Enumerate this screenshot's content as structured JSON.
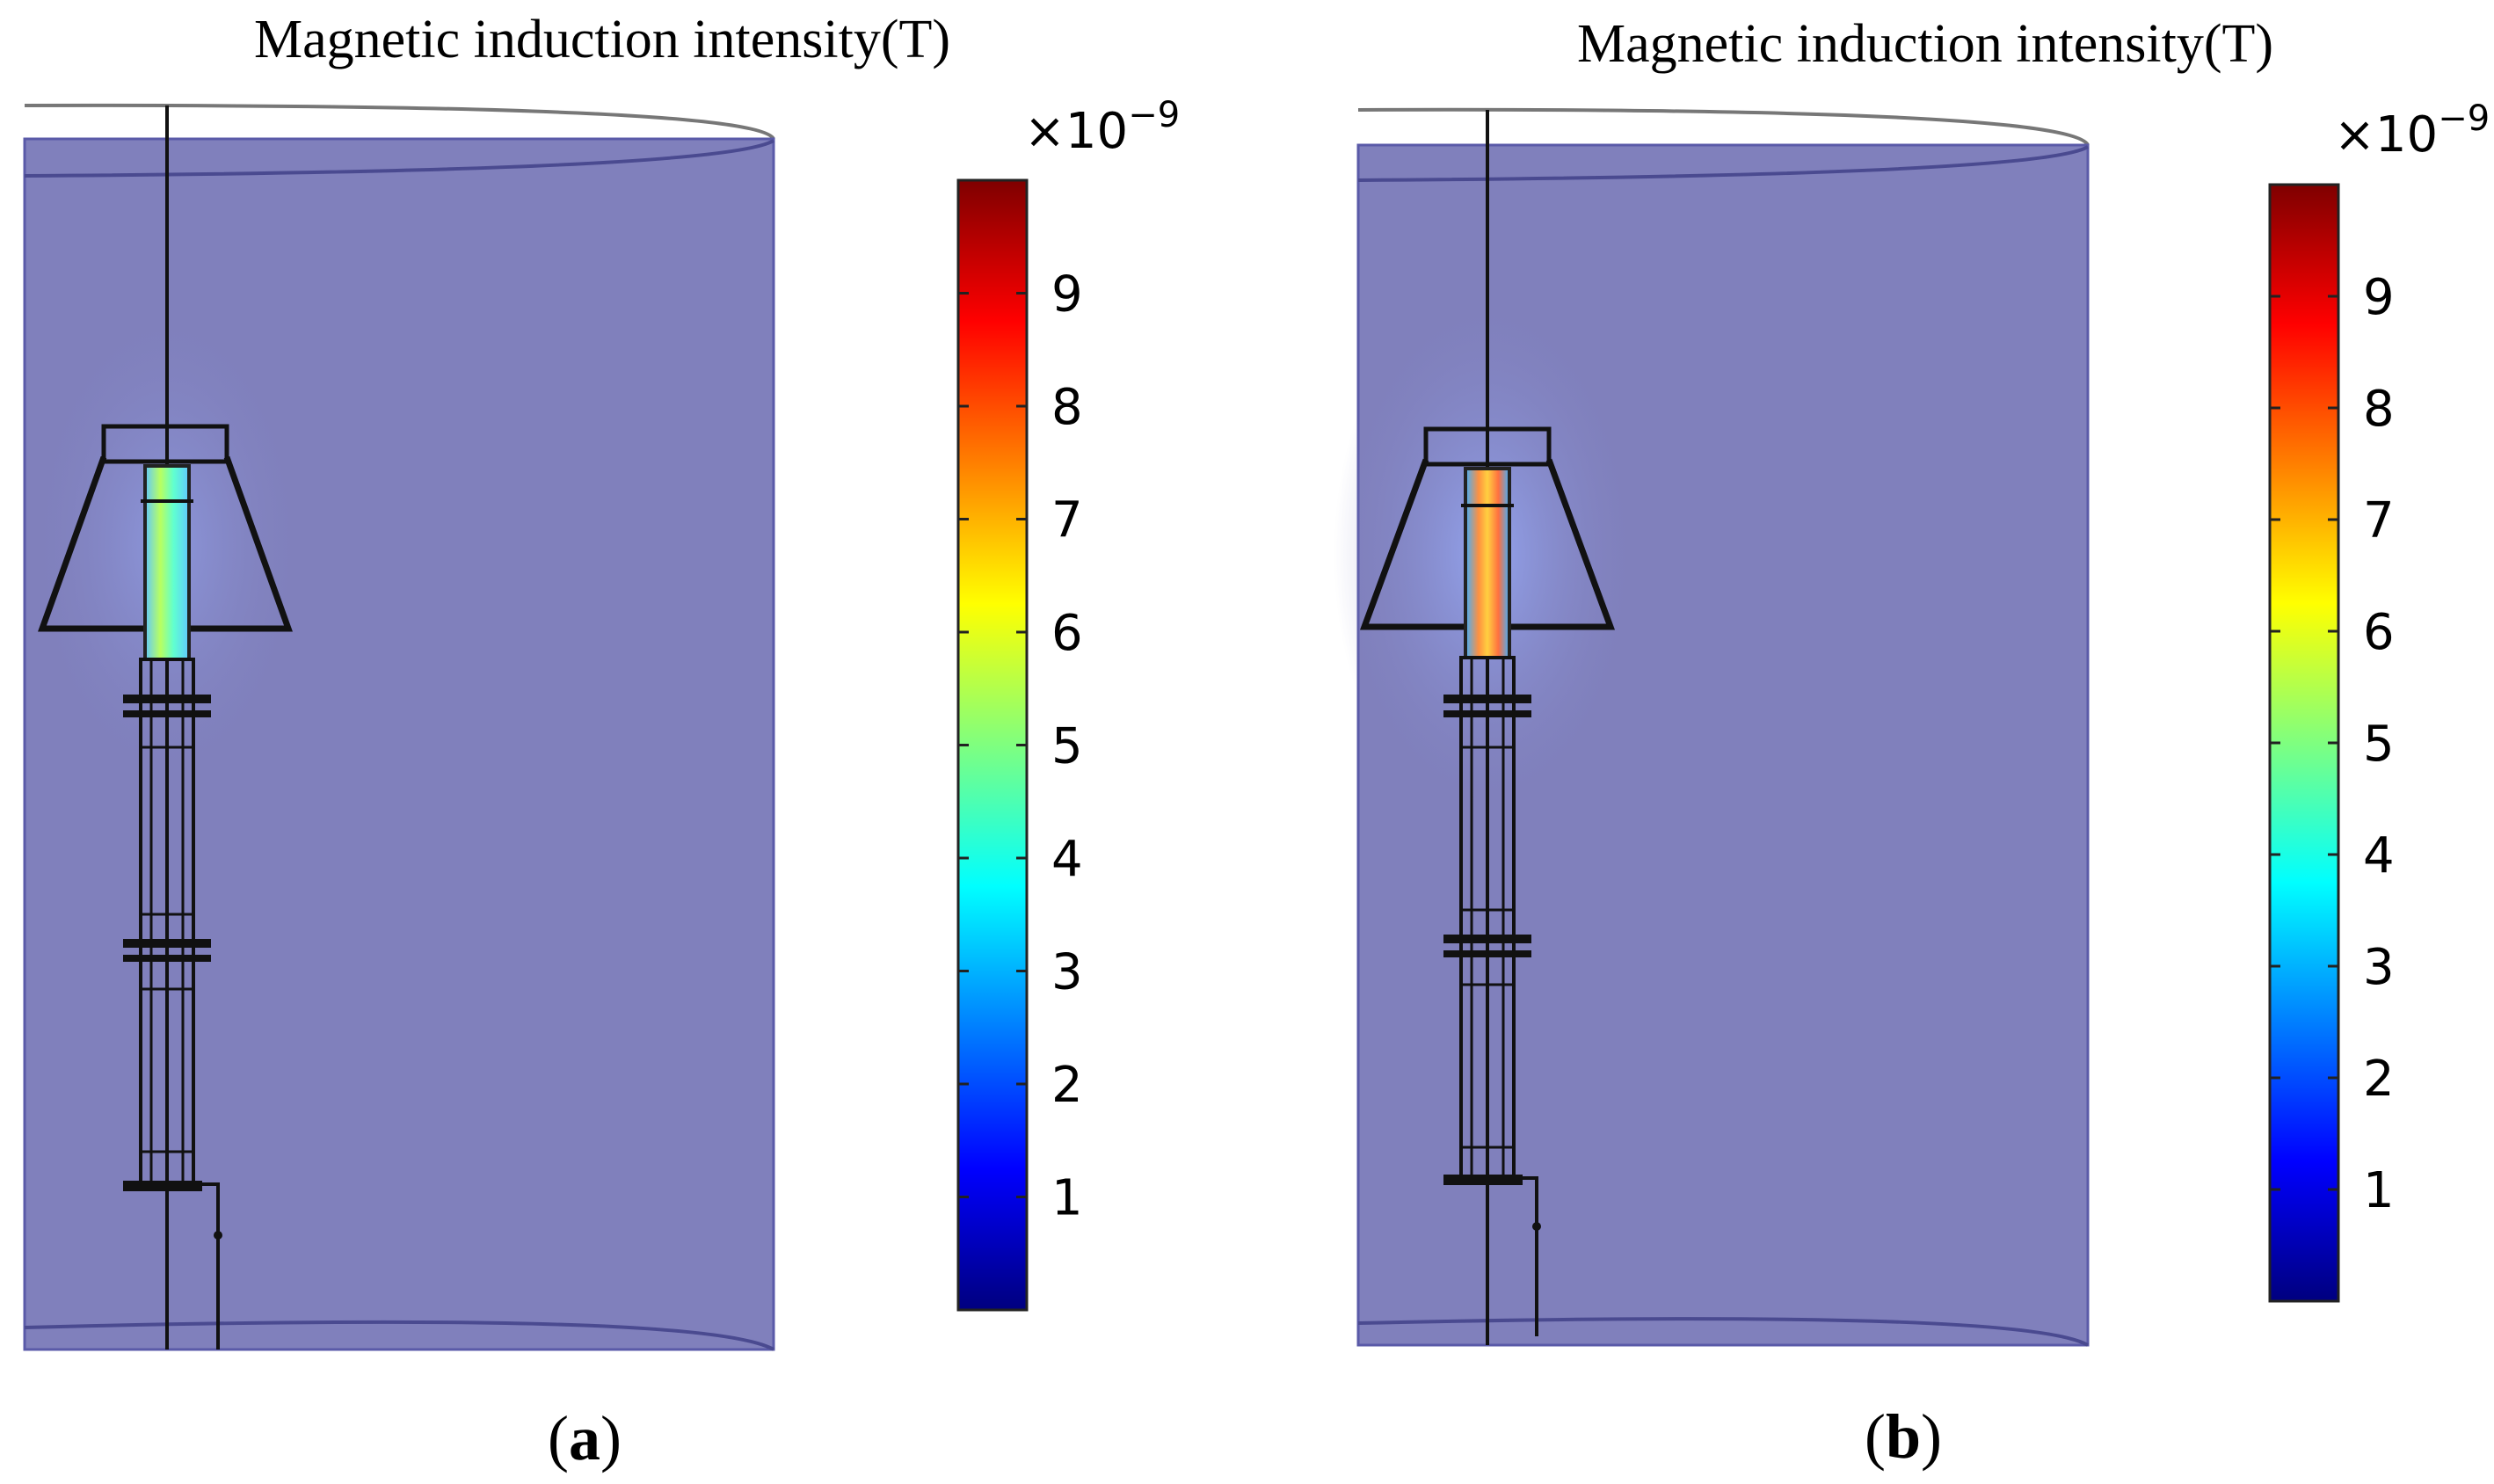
{
  "colors": {
    "domain_fill": "#8080bc",
    "domain_edge": "#5a5aa8",
    "colormap": [
      "#00007f",
      "#0000ff",
      "#007fff",
      "#00ffff",
      "#7fff7f",
      "#ffff00",
      "#ff7f00",
      "#ff0000",
      "#7f0000"
    ]
  },
  "panels": [
    {
      "id": "a",
      "title": "Magnetic induction intensity(T)",
      "caption_open": "(",
      "caption_letter": "a",
      "caption_close": ")",
      "multiplier": "×10",
      "multiplier_exp": "−9",
      "colorbar_ticks": [
        "1",
        "2",
        "3",
        "4",
        "5",
        "6",
        "7",
        "8",
        "9"
      ],
      "colorbar_min": 0,
      "colorbar_max": 10,
      "field_glow": 0.55
    },
    {
      "id": "b",
      "title": "Magnetic induction intensity(T)",
      "caption_open": "(",
      "caption_letter": "b",
      "caption_close": ")",
      "multiplier": "×10",
      "multiplier_exp": "−9",
      "colorbar_ticks": [
        "1",
        "2",
        "3",
        "4",
        "5",
        "6",
        "7",
        "8",
        "9"
      ],
      "colorbar_min": 0,
      "colorbar_max": 10,
      "field_glow": 0.85
    }
  ]
}
